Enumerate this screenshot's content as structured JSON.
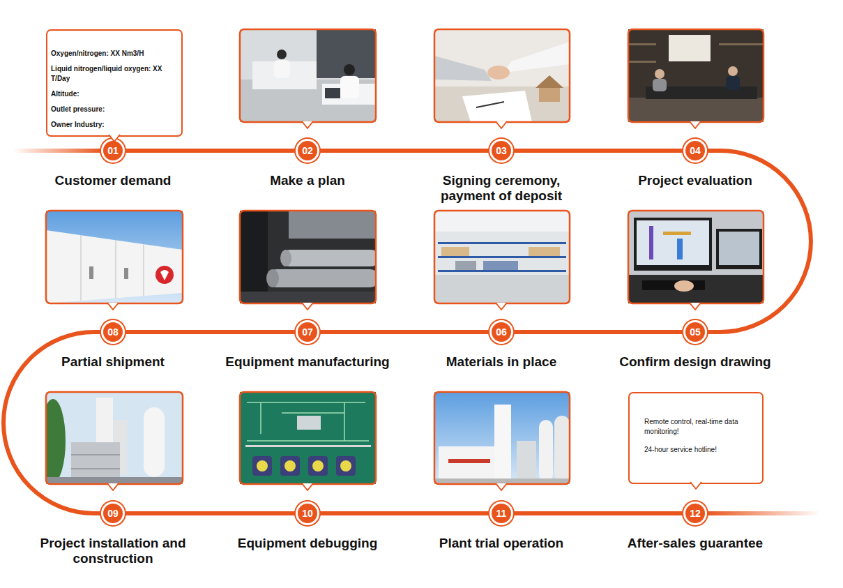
{
  "diagram": {
    "nodes": [
      {
        "text": [
          "01",
          "Customer demand"
        ]
      },
      {
        "text": [
          "02",
          "Make a plan"
        ]
      },
      {
        "text": [
          "03",
          "Signing ceremony, payment of deposit"
        ]
      },
      {
        "text": [
          "04",
          "Project evaluation"
        ]
      },
      {
        "text": [
          "05",
          "Confirm design drawing"
        ]
      },
      {
        "text": [
          "06",
          "Materials in place"
        ]
      },
      {
        "text": [
          "07",
          "Equipment manufacturing"
        ]
      },
      {
        "text": [
          "08",
          "Partial shipment"
        ]
      },
      {
        "text": [
          "09",
          "Project installation and construction"
        ]
      },
      {
        "text": [
          "10",
          "Equipment debugging"
        ]
      },
      {
        "text": [
          "11",
          "Plant trial operation"
        ]
      },
      {
        "text": [
          "12",
          "After-sales guarantee"
        ]
      },
      {
        "text": [
          "Oxygen/nitrogen: XX Nm3/H",
          "Liquid nitrogen/liquid oxygen: XX T/Day",
          "Altitude:",
          "Outlet pressure:",
          "Owner Industry:"
        ]
      },
      {
        "text": [
          "Remote control, real-time data monitoring!",
          "24-hour service hotline!"
        ]
      }
    ],
    "edges": [
      {
        "from": 0,
        "to": 1,
        "arrow": "none"
      },
      {
        "from": 1,
        "to": 2,
        "arrow": "none"
      },
      {
        "from": 2,
        "to": 3,
        "arrow": "none"
      },
      {
        "from": 3,
        "to": 4,
        "arrow": "none"
      },
      {
        "from": 4,
        "to": 5,
        "arrow": "none"
      },
      {
        "from": 5,
        "to": 6,
        "arrow": "none"
      },
      {
        "from": 6,
        "to": 7,
        "arrow": "none"
      },
      {
        "from": 7,
        "to": 8,
        "arrow": "none"
      },
      {
        "from": 8,
        "to": 9,
        "arrow": "none"
      },
      {
        "from": 9,
        "to": 10,
        "arrow": "none"
      },
      {
        "from": 10,
        "to": 11,
        "arrow": "none"
      }
    ]
  }
}
